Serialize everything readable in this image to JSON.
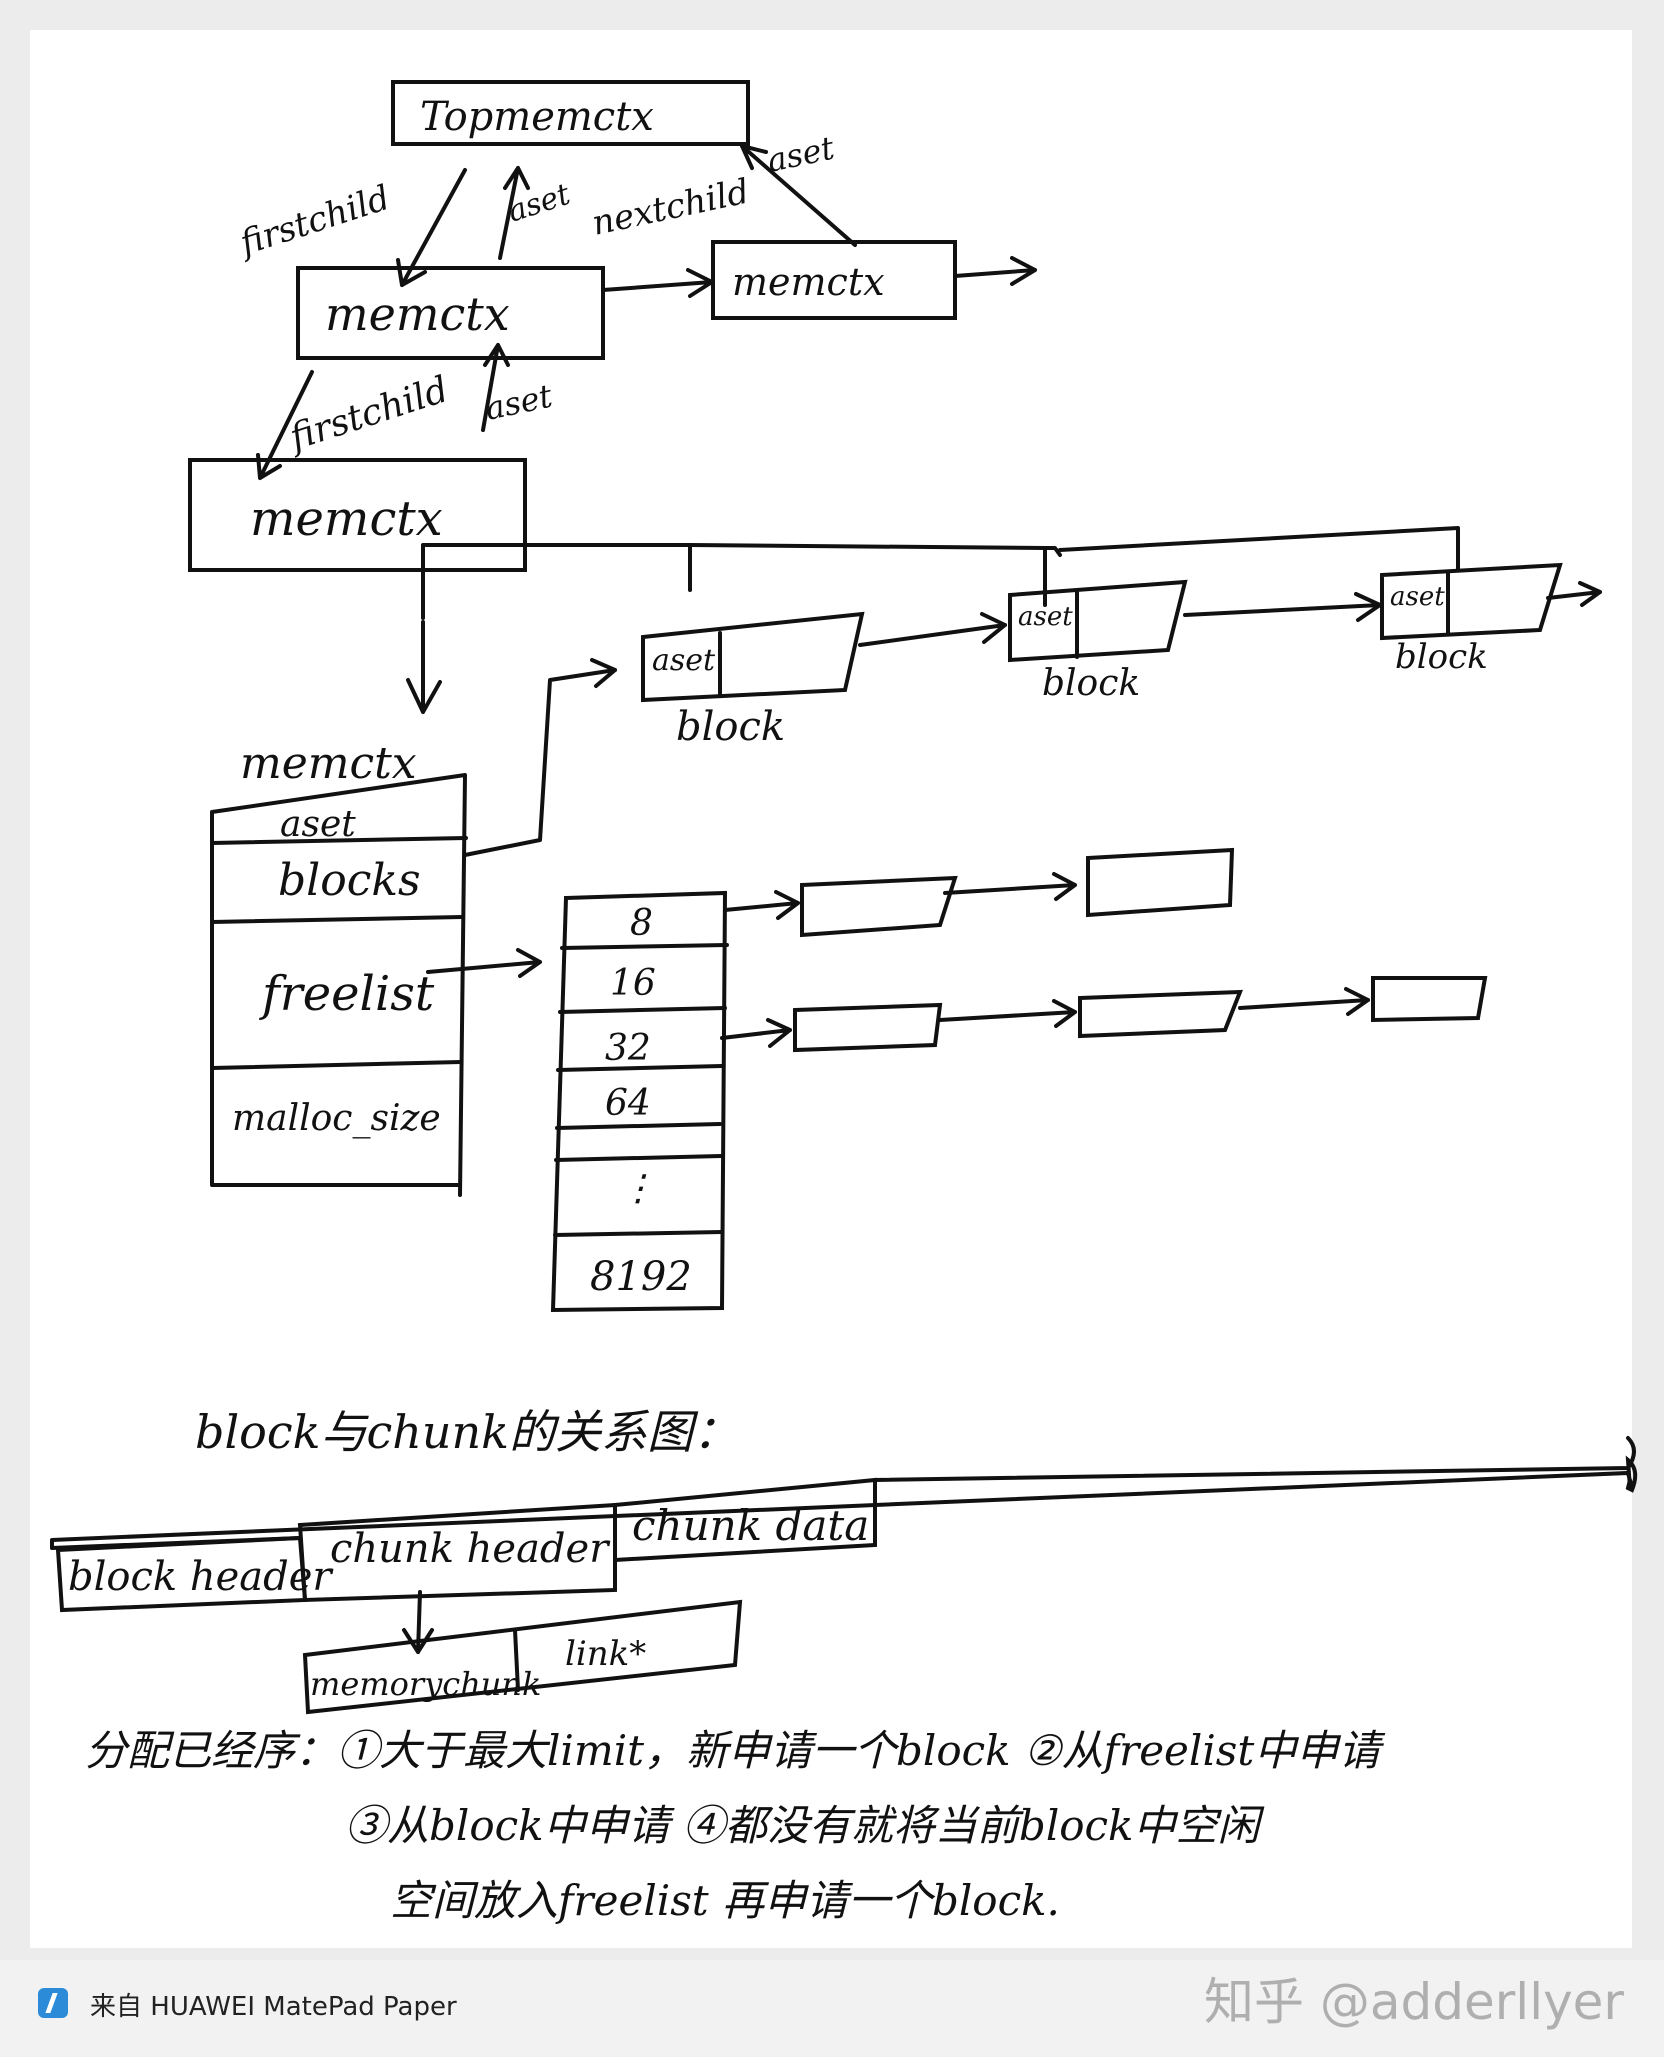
{
  "diagram": {
    "top_ctx": "Topmemctx",
    "mid_ctx": "memctx",
    "sibling_ctx": "memctx",
    "child_ctx": "memctx",
    "edge_firstchild_1": "firstchild",
    "edge_aset_1": "aset",
    "edge_nextchild": "nextchild",
    "edge_aset_2": "aset",
    "edge_firstchild_2": "firstchild",
    "edge_aset_3": "aset",
    "memctx_title": "memctx",
    "memctx_fields": [
      "aset",
      "blocks",
      "freelist",
      "malloc_size"
    ],
    "block_label": "block",
    "block_aset": "aset",
    "freelist_sizes": [
      "8",
      "16",
      "32",
      "64",
      "⋮",
      "8192"
    ],
    "section_title": "block与chunk的关系图：",
    "block_header": "block header",
    "chunk_header": "chunk header",
    "chunk_data": "chunk data",
    "memorychunk": "memorychunk",
    "link": "link*",
    "notes_line1": "分配已经序：①大于最大limit，新申请一个block ②从freelist中申请",
    "notes_line2": "③从block中申请 ④都没有就将当前block中空闲",
    "notes_line3": "空间放入freelist 再申请一个block."
  },
  "footer": {
    "source_label": "来自 HUAWEI MatePad Paper",
    "watermark": "知乎 @adderllyer"
  }
}
